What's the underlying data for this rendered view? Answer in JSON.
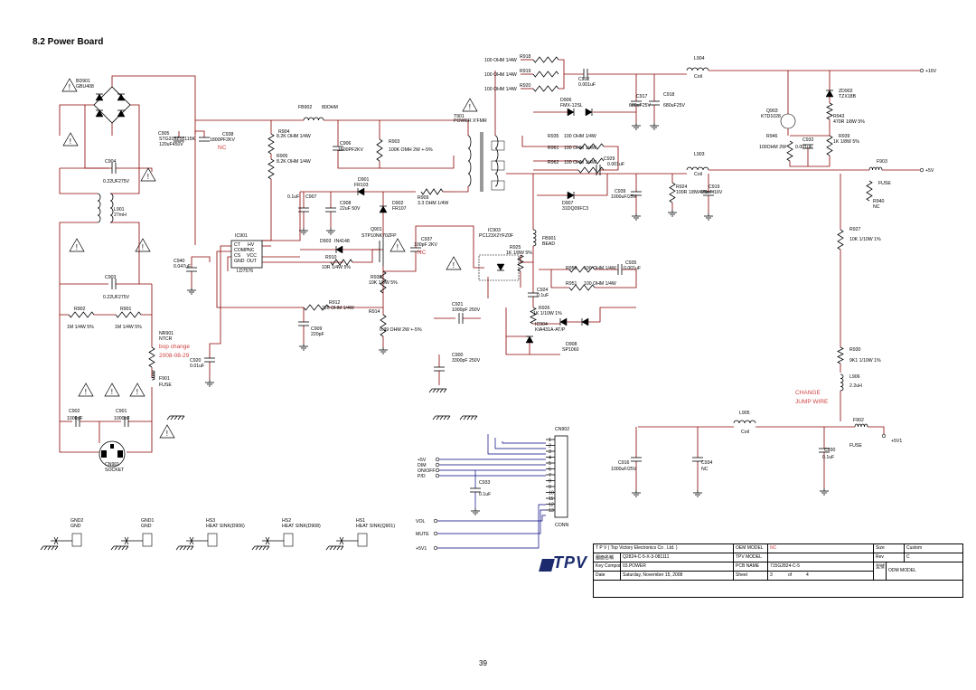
{
  "heading": "8.2 Power Board",
  "page_number": "39",
  "colors": {
    "wire": "#8b0000",
    "component": "#000000",
    "bus": "#000080",
    "note": "#d04040"
  },
  "labels": {
    "bd901": "BD901",
    "bd901v": "GBU408",
    "c905": "C905",
    "c905v1": "STG315Z12115K",
    "c905v2": "120uF450V",
    "c938": "C938",
    "c938v": "1800PF2KV",
    "nc1": "NC",
    "c904": "C904",
    "c904v": "0.22UF275V",
    "l901": "L901",
    "l901v": "27mH",
    "c903": "C903",
    "c903v": "0.22UF275V",
    "r902": "R902",
    "r902v": "1M 1/4W 5%",
    "r901": "R901",
    "r901v": "1M 1/4W 5%",
    "nr901": "NR901",
    "ntcr": "NTCR",
    "note1": "bop change",
    "note2": "2008-08-29",
    "f901": "F901",
    "fuse1": "FUSE",
    "c902": "C902",
    "c902v": "1000pF",
    "c901": "C901",
    "c901v": "1000pF",
    "cn901": "CN901",
    "socket": "SOCKET",
    "fb902": "FB902",
    "fb902v": "80OHM",
    "r904": "R904",
    "r904v": "8.2K OHM 1/4W",
    "r905": "R905",
    "r905v": "8.2K OHM 1/4W",
    "c906": "C906",
    "c906v": "1500PF2KV",
    "r903": "R903",
    "r903v": "100K OMH 2W +-5%",
    "t901": "T901",
    "t901v": "POWER X'FMR",
    "d901": "D901",
    "d901v": "FR103",
    "c907": "C907",
    "c907v": "0.1uF",
    "c908": "C908",
    "c908v": "22uF 50V",
    "d902": "D902",
    "d902v": "FR107",
    "r909": "R909",
    "r909v": "3.3 OHM 1/4W",
    "ic901": "IC901",
    "ic901v": "LD7576",
    "ic901p1": "CT",
    "ic901p2": "COMP",
    "ic901p3": "CS",
    "ic901p4": "GND",
    "ic901p5": "HV",
    "ic901p6": "NC",
    "ic901p7": "VCC",
    "ic901p8": "OUT",
    "c940": "C940",
    "c940v": "0.047uF",
    "d903": "D903",
    "d903v": "IN4148",
    "q901": "Q901",
    "q901v": "STP10NK70ZFP",
    "r910": "R910",
    "r910v": "10R 1/4W 5%",
    "r938": "R938",
    "r938v": "10K 1/8W 5%",
    "c937": "C937",
    "c937v": "100pF 2KV",
    "nc2": "NC",
    "r912": "R912",
    "r912v": "220 OHM 1/4W",
    "r914": "R914",
    "r914v": "0.39 OHM 2W +-5%",
    "c909": "C909",
    "c909v": "220pF",
    "c920": "C920",
    "c920v": "0.01uF",
    "r918": "100 OHM 1/4W",
    "r918n": "R918",
    "r919": "100 OHM 1/4W",
    "r919n": "R919",
    "r920": "100 OHM 1/4W",
    "r920n": "R920",
    "c912": "C912",
    "c912v": "0.001uF",
    "l904": "L904",
    "coil1": "Coil",
    "plus16v": "+16V",
    "d906": "D906",
    "d906v": "FMX-12SL",
    "c917": "C917",
    "c917v": "680uF25V",
    "c918": "C918",
    "c918v": "680uF25V",
    "zd902": "ZD902",
    "zd902v": "TZX18B",
    "q903": "Q903",
    "q903v": "KTD1028",
    "r943": "R943",
    "r943v": "470R 1/8W 5%",
    "r935": "R935",
    "r935v": "100 OHM 1/4W",
    "r961": "R961",
    "r961v": "100 OHM 1/4W",
    "c929": "C929",
    "r962": "R962",
    "r962v": "100 OHM 1/4W",
    "c929v": "0.001uF",
    "r946": "R946",
    "r946v": "100OHM 2W",
    "c932": "C932",
    "c932v": "0.001uF",
    "r939": "R939",
    "r939v": "1K 1/8W 5%",
    "l903": "L903",
    "coil2": "Coil",
    "f903": "F903",
    "fuse2": "FUSE",
    "plus5v": "+5V",
    "r924": "R924",
    "r924v": "100R 1/8W 5%",
    "c919": "C919",
    "c919v": "470uF/16V",
    "c939": "C939",
    "c939v": "1000uF/25V",
    "d907": "D907",
    "d907v": "31DQ09FC3",
    "r940": "R940",
    "r940v": "NC",
    "ic903": "IC903",
    "ic903v": "PC123X2YFZ0F",
    "fb901": "FB901",
    "fb901v": "BEAD",
    "r925": "R925",
    "r925v": "1K 1/8W 5%",
    "r950": "R950",
    "r950v": "100 OHM 1/4W",
    "c935": "C935",
    "c935v": "0.001uF",
    "r951": "R951",
    "r951v": "100 OHM 1/4W",
    "r927": "R927",
    "r927v": "10K 1/10W 1%",
    "c924": "C924",
    "c924v": "0.1uF",
    "c921": "C921",
    "c921v": "1000pF 250V",
    "r926": "R926",
    "r926v": "1K 1/10W 1%",
    "ic904": "IC904",
    "ic904v": "KIA431A-AT/P",
    "d908": "D908",
    "d908v": "SP1060",
    "r930": "R930",
    "r930v": "9K1 1/10W 1%",
    "l906": "L906",
    "l906v": "2.2uH",
    "note3": "CHANGE",
    "note4": "JUMP WIRE",
    "c900": "C900",
    "c900v": "3300pF 250V",
    "l905": "L905",
    "coil3": "Coil",
    "f902": "F902",
    "fuse3": "FUSE",
    "plus5v1": "+5V1",
    "c930": "C930",
    "c930v": "0.1uF",
    "c916": "C916",
    "c916v": "1000uF/25V",
    "c934": "C934",
    "c934v": "NC",
    "cn902": "CN902",
    "conn": "CONN",
    "s5v": "+5V",
    "dim": "DIM",
    "onoff": "ON/OFF",
    "pd": "P/D",
    "vol": "VOL",
    "mute": "MUTE",
    "s5v1": "+5V1",
    "c933": "C933",
    "c933v": "0.1uF",
    "gnd2": "GND2",
    "gnd2v": "GND",
    "gnd1": "GND1",
    "gnd1v": "GND",
    "hs3": "HS3",
    "hs3v": "HEAT SINK(D906)",
    "hs2": "HS2",
    "hs2v": "HEAT SINK(D908)",
    "hs1": "HS1",
    "hs1v": "HEAT SINK(Q901)"
  },
  "title_block": {
    "company": "T P V  ( Top  Victory  Electronics  Co .  Ltd. )",
    "oem_model_label": "OEM MODEL",
    "oem_model_value": "NC",
    "size_label": "Size",
    "size_value": "Custom",
    "row2_left": "Q2824-C-5-X-3-081111",
    "tpv_model_label": "TPV MODEL",
    "rev_label": "Rev",
    "rev_value": "C",
    "key_component_label": "Key Component",
    "key_component_value": "03.POWER",
    "pcb_name_label": "PCB NAME",
    "pcb_name_value": "715G2824-C-5",
    "odm_model_label": "ODM MODEL",
    "date_label": "Date",
    "date_value": "Saturday, November 15, 2008",
    "sheet_label": "Sheet",
    "sheet_value": "3",
    "of_label": "of",
    "of_value": "4"
  }
}
